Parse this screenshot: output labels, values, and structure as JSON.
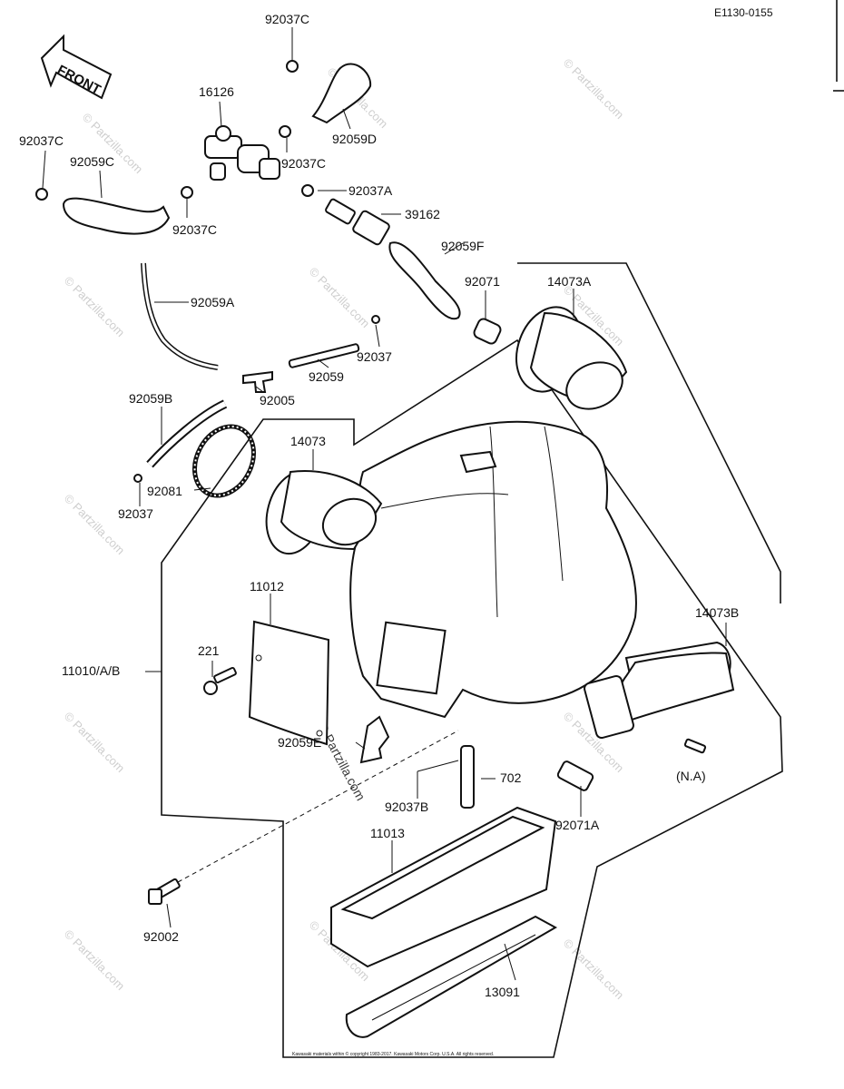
{
  "diagram_code": "E1130-0155",
  "front_arrow_label": "FRONT",
  "watermark": "© Partzilla.com",
  "copyright_text": "Kawasaki materials within © copyright 1983-2017. Kawasaki Motors Corp. U.S.A. All rights reserved.",
  "labels": {
    "p92037C_a": "92037C",
    "p16126": "16126",
    "p92037C_b": "92037C",
    "p92059C": "92059C",
    "p92059D": "92059D",
    "p92037C_c": "92037C",
    "p92037A": "92037A",
    "p39162": "39162",
    "p92037C_d": "92037C",
    "p92059F": "92059F",
    "p92059A": "92059A",
    "p92071": "92071",
    "p14073A": "14073A",
    "p92037": "92037",
    "p92059": "92059",
    "p92005": "92005",
    "p92059B": "92059B",
    "p14073": "14073",
    "p92081": "92081",
    "p92037_b": "92037",
    "p11012": "11012",
    "p14073B": "14073B",
    "p221": "221",
    "p11010": "11010/A/B",
    "p92059E": "92059E",
    "p702": "702",
    "p92037B": "92037B",
    "pNA": "(N.A)",
    "p92071A": "92071A",
    "p11013": "11013",
    "p92002": "92002",
    "p13091": "13091"
  }
}
